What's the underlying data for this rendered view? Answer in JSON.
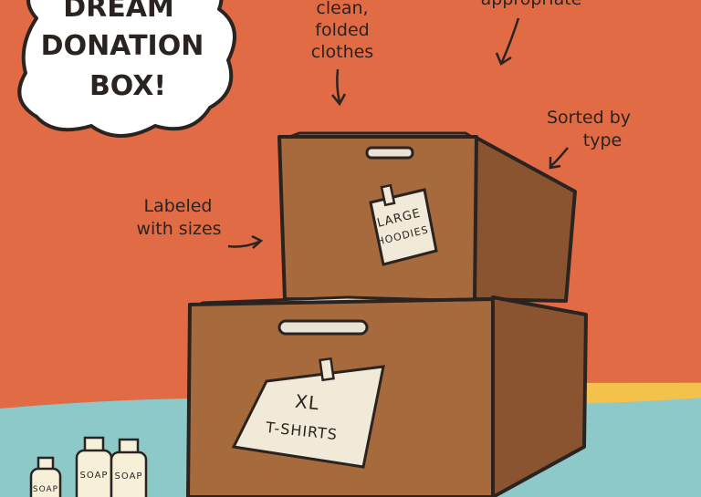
{
  "title": {
    "line1": "DREAM",
    "line2": "DONATION",
    "line3": "BOX!"
  },
  "annotations": {
    "clean": [
      "clean,",
      "folded",
      "clothes"
    ],
    "appropriate": [
      "appropriate"
    ],
    "sorted": [
      "Sorted by",
      "type"
    ],
    "labeled": [
      "Labeled",
      "with sizes"
    ]
  },
  "labels": {
    "top_box": [
      "LARGE",
      "HOODIES"
    ],
    "bottom_box": [
      "XL",
      "T-SHIRTS"
    ],
    "soap": "SOAP"
  },
  "colors": {
    "ray_red": "#e06b45",
    "ray_yellow": "#f4c24a",
    "floor": "#8ec9c9",
    "box": "#a66a3d",
    "box_dark": "#8a5430",
    "paper": "#f1ead8",
    "ink": "#2a2320"
  }
}
